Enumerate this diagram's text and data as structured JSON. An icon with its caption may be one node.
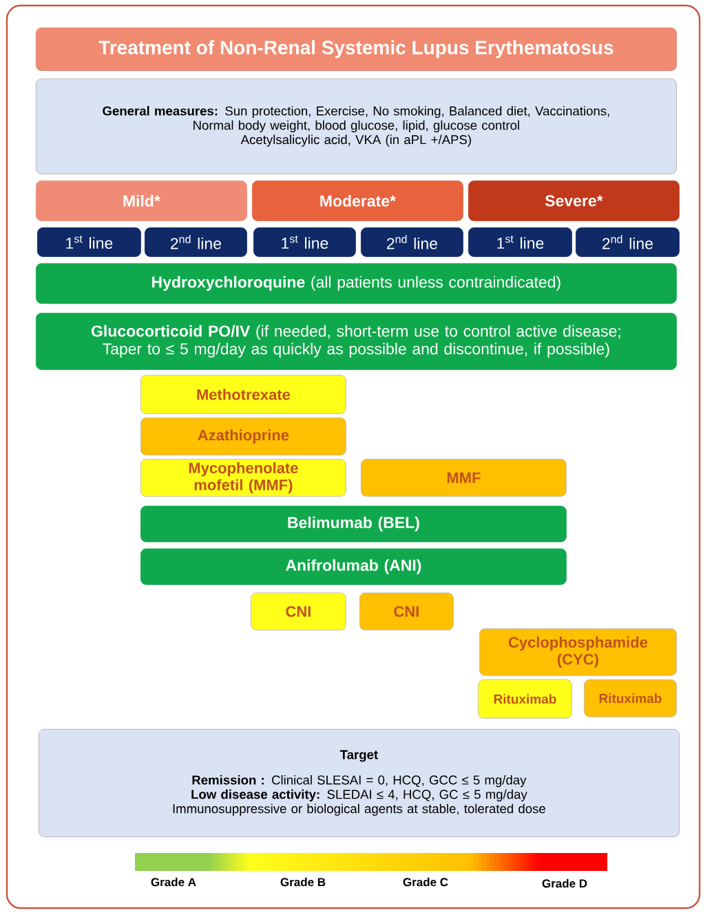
{
  "diagram": {
    "title": "Treatment of Non-Renal Systemic Lupus Erythematosus",
    "nodes": [
      {
        "text": [
          "**General measures:** Sun protection, Exercise, No smoking, Balanced diet, Vaccinations,",
          "Normal body weight, blood glucose, lipid, glucose control",
          "Acetylsalicylic acid, VKA (in aPL +/APS)"
        ]
      },
      {
        "text": [
          "Mild*"
        ]
      },
      {
        "text": [
          "Moderate*"
        ]
      },
      {
        "text": [
          "Severe*"
        ]
      },
      {
        "text": [
          "1$^{st}$ line"
        ]
      },
      {
        "text": [
          "2$^{nd}$ line"
        ]
      },
      {
        "text": [
          "1$^{st}$ line"
        ]
      },
      {
        "text": [
          "2$^{nd}$ line"
        ]
      },
      {
        "text": [
          "1$^{st}$ line"
        ]
      },
      {
        "text": [
          "2$^{nd}$ line"
        ]
      },
      {
        "text": [
          "**Hydroxychloroquine** (all patients unless contraindicated)"
        ]
      },
      {
        "text": [
          "**Glucocorticoid PO/IV** (if needed, short-term use to control active disease; Taper to ≤  5 mg/day as quickly as possible and discontinue, if possible)"
        ]
      },
      {
        "text": [
          "Methotrexate"
        ]
      },
      {
        "text": [
          "Azathioprine"
        ]
      },
      {
        "text": [
          "Mycophenolate mofetil (MMF)"
        ]
      },
      {
        "text": [
          "MMF"
        ]
      },
      {
        "text": [
          "Belimumab (BEL)"
        ]
      },
      {
        "text": [
          "Anifrolumab (ANI)"
        ]
      },
      {
        "text": [
          "CNI"
        ]
      },
      {
        "text": [
          "CNI"
        ]
      },
      {
        "text": [
          "Cyclophosphamide (CYC)"
        ]
      },
      {
        "text": [
          "Rituximab"
        ]
      },
      {
        "text": [
          "Rituximab"
        ]
      },
      {
        "text": [
          "Target",
          "**Remission :** Clinical SLESAI = 0, HCQ, GCC ≤ 5 mg/day",
          "**Low disease activity:** SLEDAI ≤ 4, HCQ, GC ≤ 5 mg/day",
          "Immunosuppressive or biological agents at stable, tolerated dose"
        ]
      }
    ],
    "labels": [
      "Grade A",
      "Grade B",
      "Grade C",
      "Grade D"
    ]
  }
}
